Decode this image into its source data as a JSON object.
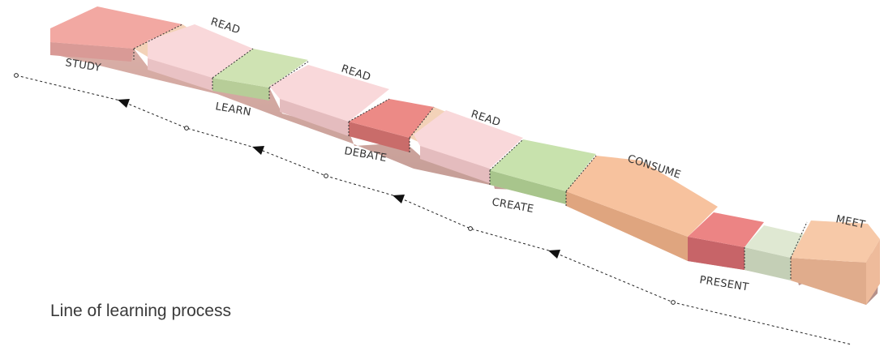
{
  "caption": "Line of learning process",
  "labels": {
    "study": "STUDY",
    "read_1": "READ",
    "learn": "LEARN",
    "read_2": "READ",
    "debate": "DEBATE",
    "read_3": "READ",
    "create": "CREATE",
    "consume": "CONSUME",
    "present": "PRESENT",
    "meet": "MEET"
  },
  "colors": {
    "study": "#f2a8a2",
    "read": "#f9d8da",
    "learn": "#cfe3b3",
    "debate": "#ec8a86",
    "create": "#c8e2ad",
    "consume": "#f7c29e",
    "present": "#ec8484",
    "pale_green": "#dfe8d2",
    "meet": "#f7c9a8",
    "tan": "#f3d2b8"
  }
}
